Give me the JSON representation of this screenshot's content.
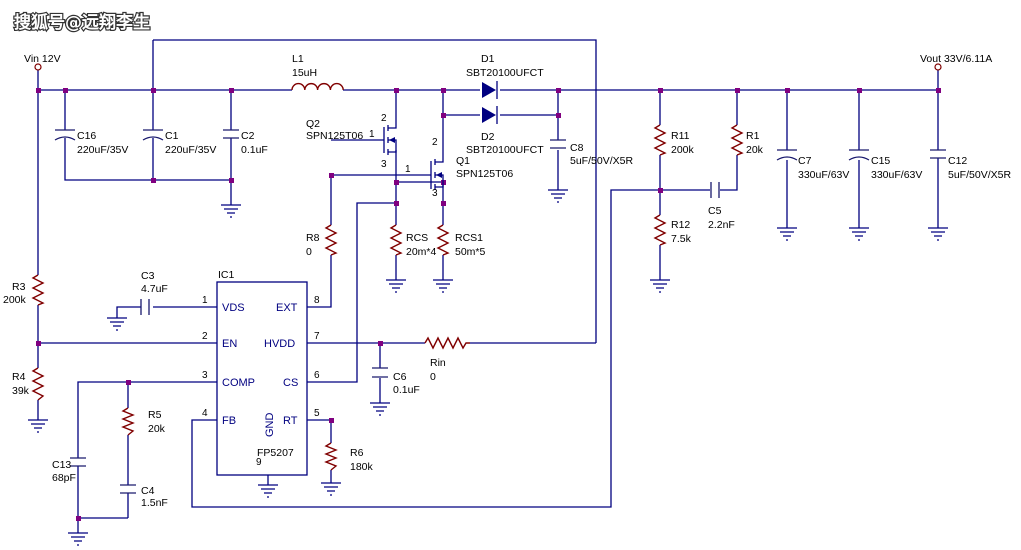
{
  "watermark": "搜狐号@远翔李生",
  "nets": {
    "vin": "Vin 12V",
    "vout": "Vout 33V/6.11A"
  },
  "ic": {
    "ref": "IC1",
    "part": "FP5207"
  },
  "pins": {
    "vds": {
      "num": "1",
      "name": "VDS"
    },
    "en": {
      "num": "2",
      "name": "EN"
    },
    "comp": {
      "num": "3",
      "name": "COMP"
    },
    "fb": {
      "num": "4",
      "name": "FB"
    },
    "rt": {
      "num": "5",
      "name": "RT"
    },
    "cs": {
      "num": "6",
      "name": "CS"
    },
    "hvdd": {
      "num": "7",
      "name": "HVDD"
    },
    "ext": {
      "num": "8",
      "name": "EXT"
    },
    "gnd": {
      "num": "9",
      "name": "GND"
    }
  },
  "components": {
    "L1": {
      "ref": "L1",
      "value": "15uH"
    },
    "D1": {
      "ref": "D1",
      "value": "SBT20100UFCT"
    },
    "D2": {
      "ref": "D2",
      "value": "SBT20100UFCT"
    },
    "Q1": {
      "ref": "Q1",
      "value": "SPN125T06",
      "p1": "1",
      "p2": "2",
      "p3": "3"
    },
    "Q2": {
      "ref": "Q2",
      "value": "SPN125T06",
      "p1": "1",
      "p2": "2",
      "p3": "3"
    },
    "C16": {
      "ref": "C16",
      "value": "220uF/35V"
    },
    "C1": {
      "ref": "C1",
      "value": "220uF/35V"
    },
    "C2": {
      "ref": "C2",
      "value": "0.1uF"
    },
    "C8": {
      "ref": "C8",
      "value": "5uF/50V/X5R"
    },
    "R11": {
      "ref": "R11",
      "value": "200k"
    },
    "R12": {
      "ref": "R12",
      "value": "7.5k"
    },
    "R1": {
      "ref": "R1",
      "value": "20k"
    },
    "C5": {
      "ref": "C5",
      "value": "2.2nF"
    },
    "C7": {
      "ref": "C7",
      "value": "330uF/63V"
    },
    "C15": {
      "ref": "C15",
      "value": "330uF/63V"
    },
    "C12": {
      "ref": "C12",
      "value": "5uF/50V/X5R"
    },
    "R8": {
      "ref": "R8",
      "value": "0"
    },
    "RCS": {
      "ref": "RCS",
      "value": "20m*4"
    },
    "RCS1": {
      "ref": "RCS1",
      "value": "50m*5"
    },
    "R3": {
      "ref": "R3",
      "value": "200k"
    },
    "R4": {
      "ref": "R4",
      "value": "39k"
    },
    "C3": {
      "ref": "C3",
      "value": "4.7uF"
    },
    "Rin": {
      "ref": "Rin",
      "value": "0"
    },
    "C6": {
      "ref": "C6",
      "value": "0.1uF"
    },
    "R5": {
      "ref": "R5",
      "value": "20k"
    },
    "C4": {
      "ref": "C4",
      "value": "1.5nF"
    },
    "C13": {
      "ref": "C13",
      "value": "68pF"
    },
    "R6": {
      "ref": "R6",
      "value": "180k"
    }
  },
  "colors": {
    "wire": "#000080",
    "resistor": "#800000",
    "junction": "#800080",
    "ic_fill": "#ffffff"
  }
}
